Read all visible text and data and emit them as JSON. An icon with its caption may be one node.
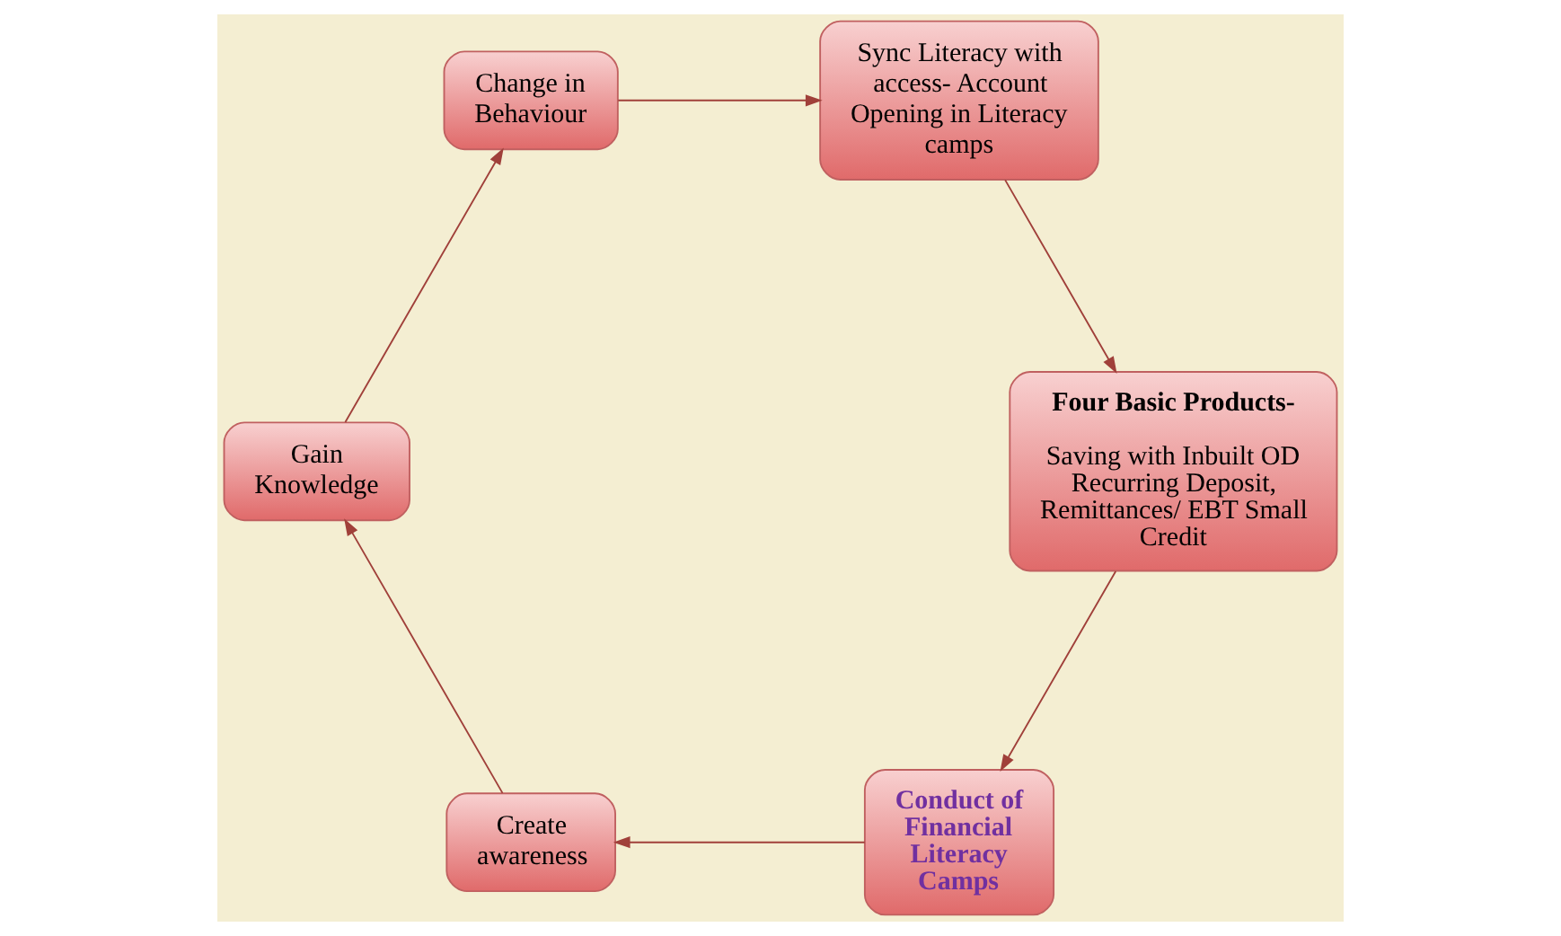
{
  "diagram": {
    "nodes": [
      {
        "text": [
          "Conduct of Financial Literacy Camps"
        ]
      },
      {
        "text": [
          "Create awareness"
        ]
      },
      {
        "text": [
          "Gain Knowledge"
        ]
      },
      {
        "text": [
          "Change in Behaviour"
        ]
      },
      {
        "text": [
          "Sync Literacy with access- Account Opening in Literacy camps"
        ]
      },
      {
        "text": [
          "Four Basic Products-",
          "Saving with Inbuilt OD Recurring Deposit, Remittances/ EBT Small Credit"
        ]
      }
    ],
    "edges": [
      {
        "from": 5,
        "to": 0,
        "arrow": "to"
      },
      {
        "from": 0,
        "to": 1,
        "arrow": "to"
      },
      {
        "from": 1,
        "to": 2,
        "arrow": "to"
      },
      {
        "from": 2,
        "to": 3,
        "arrow": "to"
      },
      {
        "from": 3,
        "to": 4,
        "arrow": "to"
      },
      {
        "from": 4,
        "to": 5,
        "arrow": "to"
      }
    ]
  }
}
